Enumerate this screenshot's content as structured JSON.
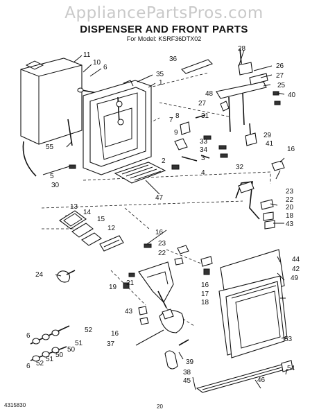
{
  "watermark": "AppliancePartsPros.com",
  "title": "DISPENSER AND FRONT PARTS",
  "model": "For Model: KSRF36DTX02",
  "doc_code": "4315830",
  "page_number": "20",
  "callouts": [
    "11",
    "10",
    "6",
    "35",
    "1",
    "36",
    "28",
    "26",
    "27",
    "48",
    "27",
    "25",
    "40",
    "8",
    "31",
    "7",
    "9",
    "33",
    "34",
    "3",
    "2",
    "4",
    "32",
    "29",
    "41",
    "55",
    "5",
    "30",
    "47",
    "16",
    "23",
    "22",
    "20",
    "18",
    "43",
    "13",
    "14",
    "15",
    "12",
    "16",
    "23",
    "22",
    "24",
    "19",
    "21",
    "16",
    "17",
    "18",
    "44",
    "42",
    "49",
    "43",
    "16",
    "37",
    "39",
    "38",
    "45",
    "46",
    "53",
    "54",
    "6",
    "52",
    "51",
    "50",
    "6",
    "52",
    "51",
    "50"
  ]
}
